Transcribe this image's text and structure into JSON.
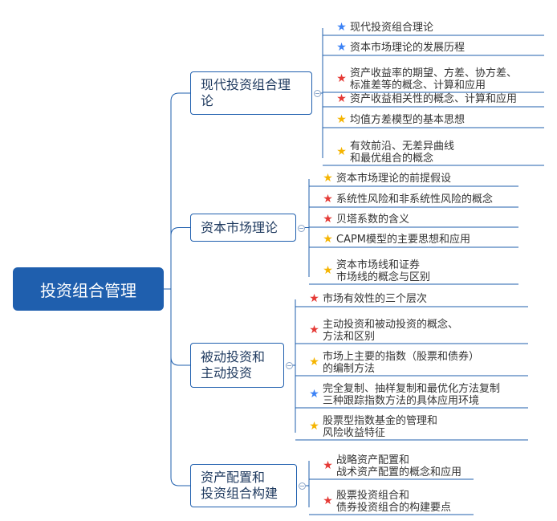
{
  "colors": {
    "blue": "#3b82f6",
    "red": "#e53935",
    "orange": "#f5b400",
    "line": "#1f5fae"
  },
  "root": {
    "label": "投资组合管理"
  },
  "branches": [
    {
      "label": "现代投资组合理\n论",
      "items": [
        {
          "star": "blue",
          "text": "现代投资组合理论"
        },
        {
          "star": "blue",
          "text": "资本市场理论的发展历程"
        },
        {
          "star": "red",
          "text": "资产收益率的期望、方差、协方差、\n标准差等的概念、计算和应用"
        },
        {
          "star": "red",
          "text": "资产收益相关性的概念、计算和应用"
        },
        {
          "star": "orange",
          "text": "均值方差模型的基本思想"
        },
        {
          "star": "orange",
          "text": "有效前沿、无差异曲线\n和最优组合的概念"
        }
      ]
    },
    {
      "label": "资本市场理论",
      "items": [
        {
          "star": "orange",
          "text": "资本市场理论的前提假设"
        },
        {
          "star": "red",
          "text": "系统性风险和非系统性风险的概念"
        },
        {
          "star": "red",
          "text": "贝塔系数的含义"
        },
        {
          "star": "orange",
          "text": "CAPM模型的主要思想和应用"
        },
        {
          "star": "orange",
          "text": "资本市场线和证券\n市场线的概念与区别"
        }
      ]
    },
    {
      "label": "被动投资和\n主动投资",
      "items": [
        {
          "star": "red",
          "text": "市场有效性的三个层次"
        },
        {
          "star": "red",
          "text": "主动投资和被动投资的概念、\n方法和区别"
        },
        {
          "star": "orange",
          "text": "市场上主要的指数（股票和债券）\n的编制方法"
        },
        {
          "star": "blue",
          "text": "完全复制、抽样复制和最优化方法复制\n三种跟踪指数方法的具体应用环境"
        },
        {
          "star": "orange",
          "text": "股票型指数基金的管理和\n风险收益特征"
        }
      ]
    },
    {
      "label": "资产配置和\n投资组合构建",
      "items": [
        {
          "star": "red",
          "text": "战略资产配置和\n战术资产配置的概念和应用"
        },
        {
          "star": "red",
          "text": "股票投资组合和\n债券投资组合的构建要点"
        }
      ]
    }
  ]
}
